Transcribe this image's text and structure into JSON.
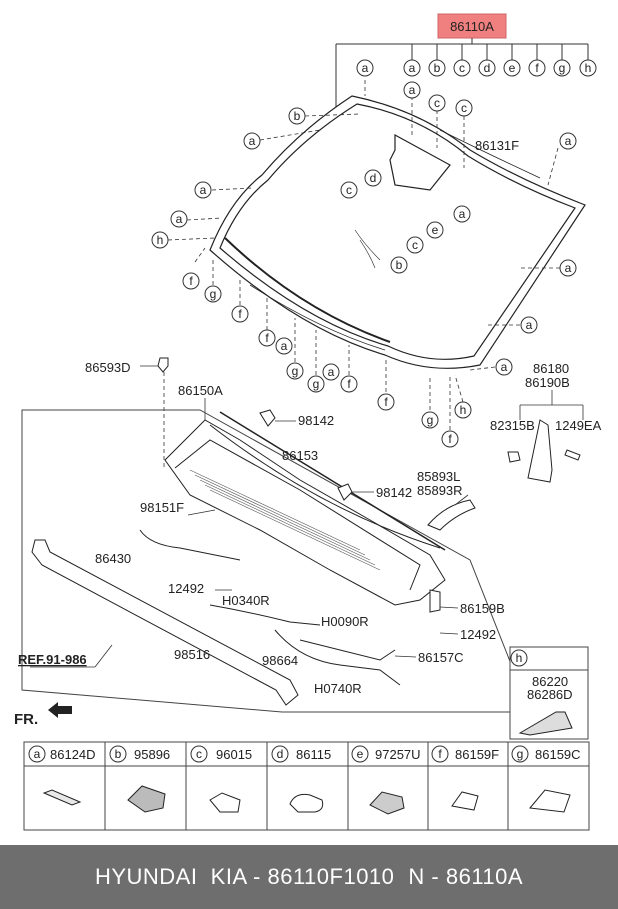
{
  "main_part": "86110A",
  "main_part_color": "#f08080",
  "callouts_top": [
    "a",
    "b",
    "c",
    "d",
    "e",
    "f",
    "g",
    "h"
  ],
  "part_labels": {
    "p86131F": "86131F",
    "p86593D": "86593D",
    "p86150A": "86150A",
    "p98142a": "98142",
    "p86153": "86153",
    "p98142b": "98142",
    "p85893L": "85893L",
    "p85893R": "85893R",
    "p98151F": "98151F",
    "p86430": "86430",
    "p12492a": "12492",
    "pH0340R": "H0340R",
    "pH0090R": "H0090R",
    "p86159B": "86159B",
    "p12492b": "12492",
    "p98516": "98516",
    "p98664": "98664",
    "p86157C": "86157C",
    "pH0740R": "H0740R",
    "p86180": "86180",
    "p86190B": "86190B",
    "p82315B": "82315B",
    "p1249EA": "1249EA",
    "pREF": "REF.91-986",
    "pFR": "FR.",
    "h_box_letter": "h",
    "p86220": "86220",
    "p86286D": "86286D"
  },
  "legend": [
    {
      "letter": "a",
      "part": "86124D"
    },
    {
      "letter": "b",
      "part": "95896"
    },
    {
      "letter": "c",
      "part": "96015"
    },
    {
      "letter": "d",
      "part": "86115"
    },
    {
      "letter": "e",
      "part": "97257U"
    },
    {
      "letter": "f",
      "part": "86159F"
    },
    {
      "letter": "g",
      "part": "86159C"
    }
  ],
  "footer": {
    "brand": "HYUNDAI  KIA - 86110F1010",
    "alt": "N - 86110A"
  }
}
